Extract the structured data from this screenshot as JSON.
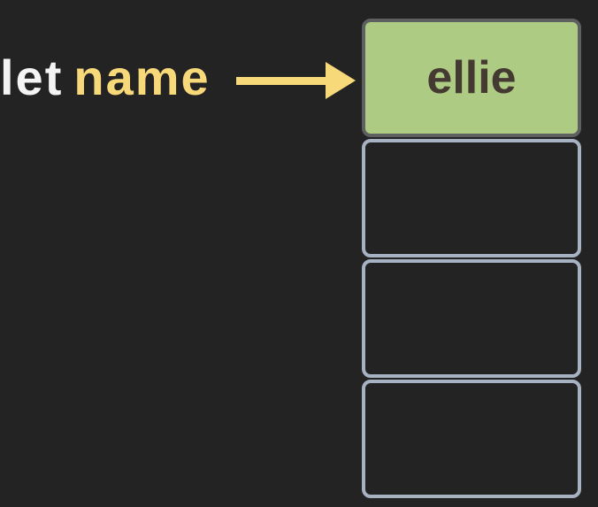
{
  "declaration": {
    "keyword": "let",
    "variable": "name"
  },
  "arrow": {
    "icon": "right-arrow",
    "direction": "right"
  },
  "memory": {
    "cells": [
      {
        "value": "ellie",
        "filled": true
      },
      {
        "value": "",
        "filled": false
      },
      {
        "value": "",
        "filled": false
      },
      {
        "value": "",
        "filled": false
      }
    ]
  },
  "colors": {
    "background": "#232323",
    "keyword_text": "#f4f4f4",
    "variable_text": "#f8d979",
    "arrow": "#f8d979",
    "filled_cell_background": "#aecb83",
    "filled_cell_border": "#5d5f60",
    "filled_cell_text": "#443a32",
    "empty_cell_border": "#a6b2c1"
  }
}
